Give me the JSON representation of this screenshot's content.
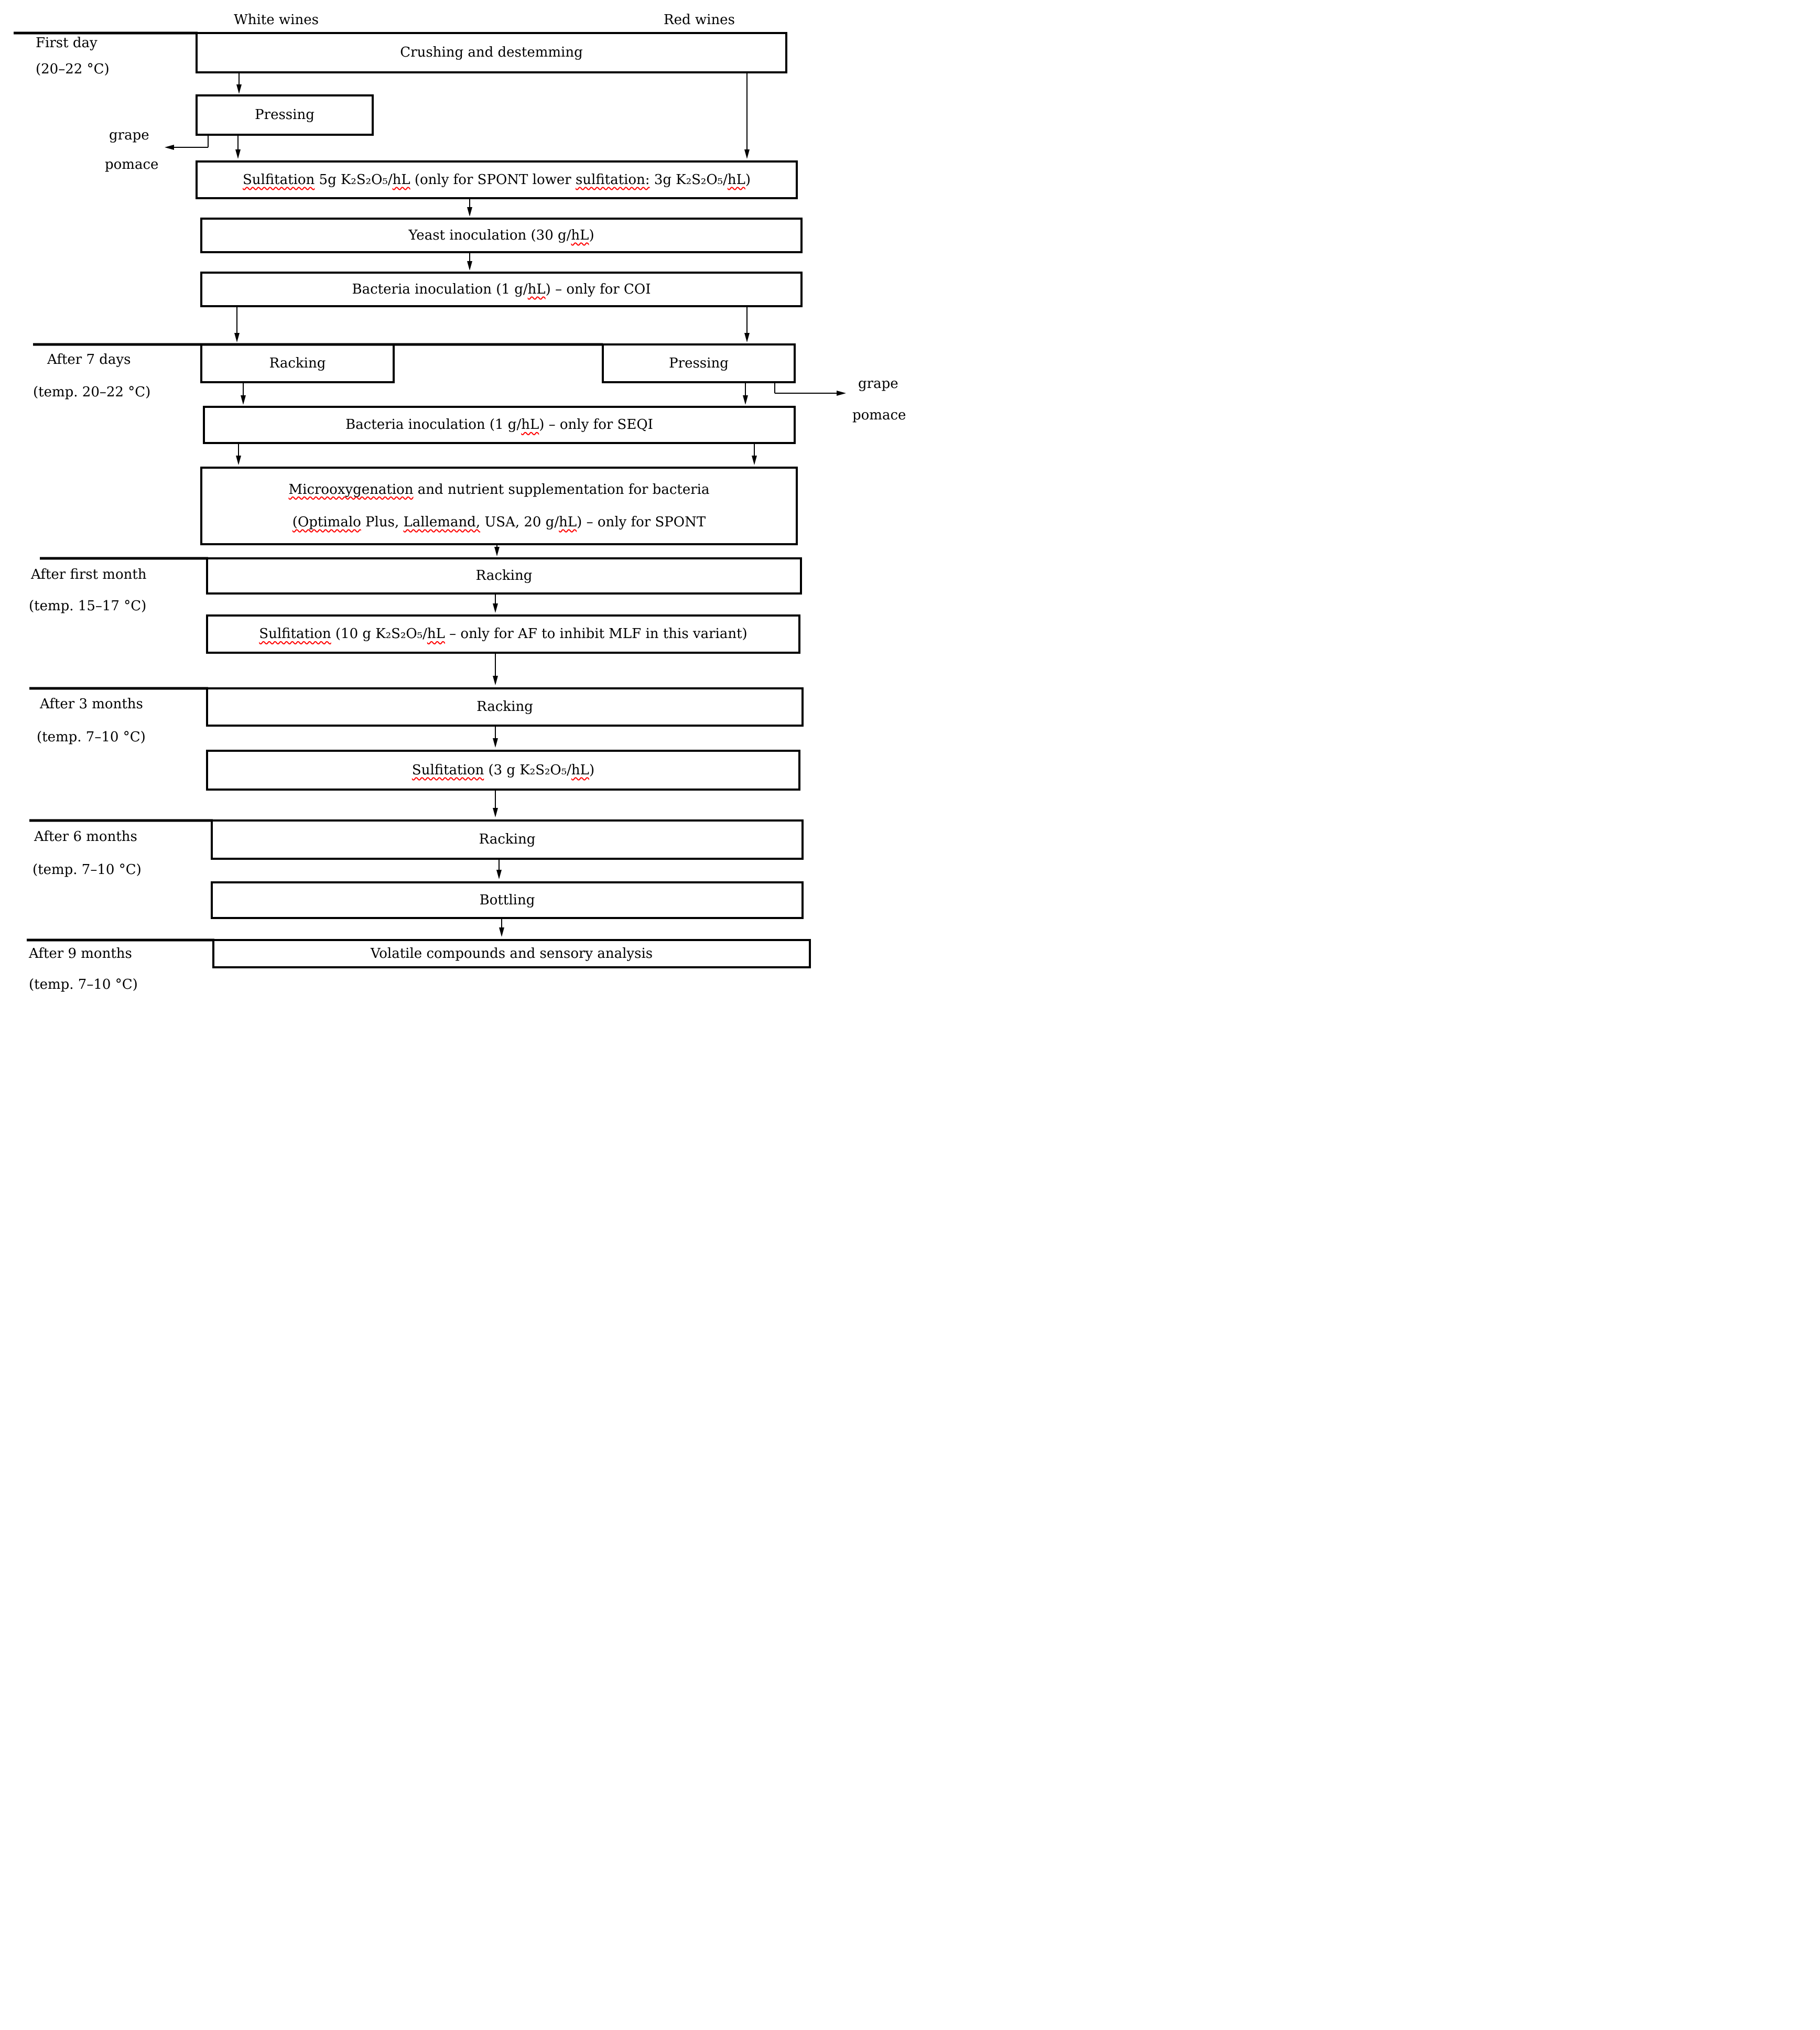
{
  "headers": {
    "white": "White wines",
    "red": "Red wines"
  },
  "stages": [
    {
      "name": "First day",
      "temp": "(20–22 °C)"
    },
    {
      "name": "After 7 days",
      "temp": "(temp. 20–22 °C)"
    },
    {
      "name": "After first month",
      "temp": "(temp. 15–17 °C)"
    },
    {
      "name": "After 3 months",
      "temp": "(temp. 7–10 °C)"
    },
    {
      "name": "After 6 months",
      "temp": "(temp. 7–10 °C)"
    },
    {
      "name": "After 9 months",
      "temp": "(temp. 7–10 °C)"
    }
  ],
  "boxes": {
    "crushing": {
      "label": "Crushing and destemming"
    },
    "pressing_white": {
      "label": "Pressing"
    },
    "sulfitation_first": {
      "p1": "Sulfitation",
      "p2": " 5g K₂S₂O₅/",
      "p3": "hL",
      "p4": " (only for SPONT lower ",
      "p5": "sulfitation:",
      "p6": " 3g K₂S₂O₅/",
      "p7": "hL",
      "p8": ")"
    },
    "yeast": {
      "p1": "Yeast inoculation (30 g/",
      "p2": "hL",
      "p3": ")"
    },
    "bacteria_coi": {
      "p1": "Bacteria inoculation (1 g/",
      "p2": "hL",
      "p3": ") – only for COI"
    },
    "racking_7days": {
      "label": "Racking"
    },
    "pressing_red": {
      "label": "Pressing"
    },
    "bacteria_seqi": {
      "p1": "Bacteria inoculation (1 g/",
      "p2": "hL",
      "p3": ") – only for SEQI"
    },
    "microoxygenation": {
      "l1p1": "Microoxygenation",
      "l1p2": " and nutrient supplementation for bacteria",
      "l2p1": "(Optimalo",
      "l2p2": " Plus, ",
      "l2p3": "Lallemand,",
      "l2p4": " USA, 20 g/",
      "l2p5": "hL",
      "l2p6": ") – only for SPONT"
    },
    "racking_month1": {
      "label": "Racking"
    },
    "sulfitation_10": {
      "p1": "Sulfitation",
      "p2": " (10 g K₂S₂O₅/",
      "p3": "hL",
      "p4": " – only for AF to inhibit MLF in this variant)"
    },
    "racking_month3": {
      "label": "Racking"
    },
    "sulfitation_3": {
      "p1": "Sulfitation",
      "p2": " (3 g K₂S₂O₅/",
      "p3": "hL",
      "p4": ")"
    },
    "racking_month6": {
      "label": "Racking"
    },
    "bottling": {
      "label": "Bottling"
    },
    "volatile": {
      "label": "Volatile compounds and sensory analysis"
    }
  },
  "side_labels": {
    "grape_pomace_left": {
      "line1": "grape",
      "line2": "pomace"
    },
    "grape_pomace_right": {
      "line1": "grape",
      "line2": "pomace"
    }
  },
  "colors": {
    "ink": "#000000",
    "squiggle": "#ff0000"
  }
}
